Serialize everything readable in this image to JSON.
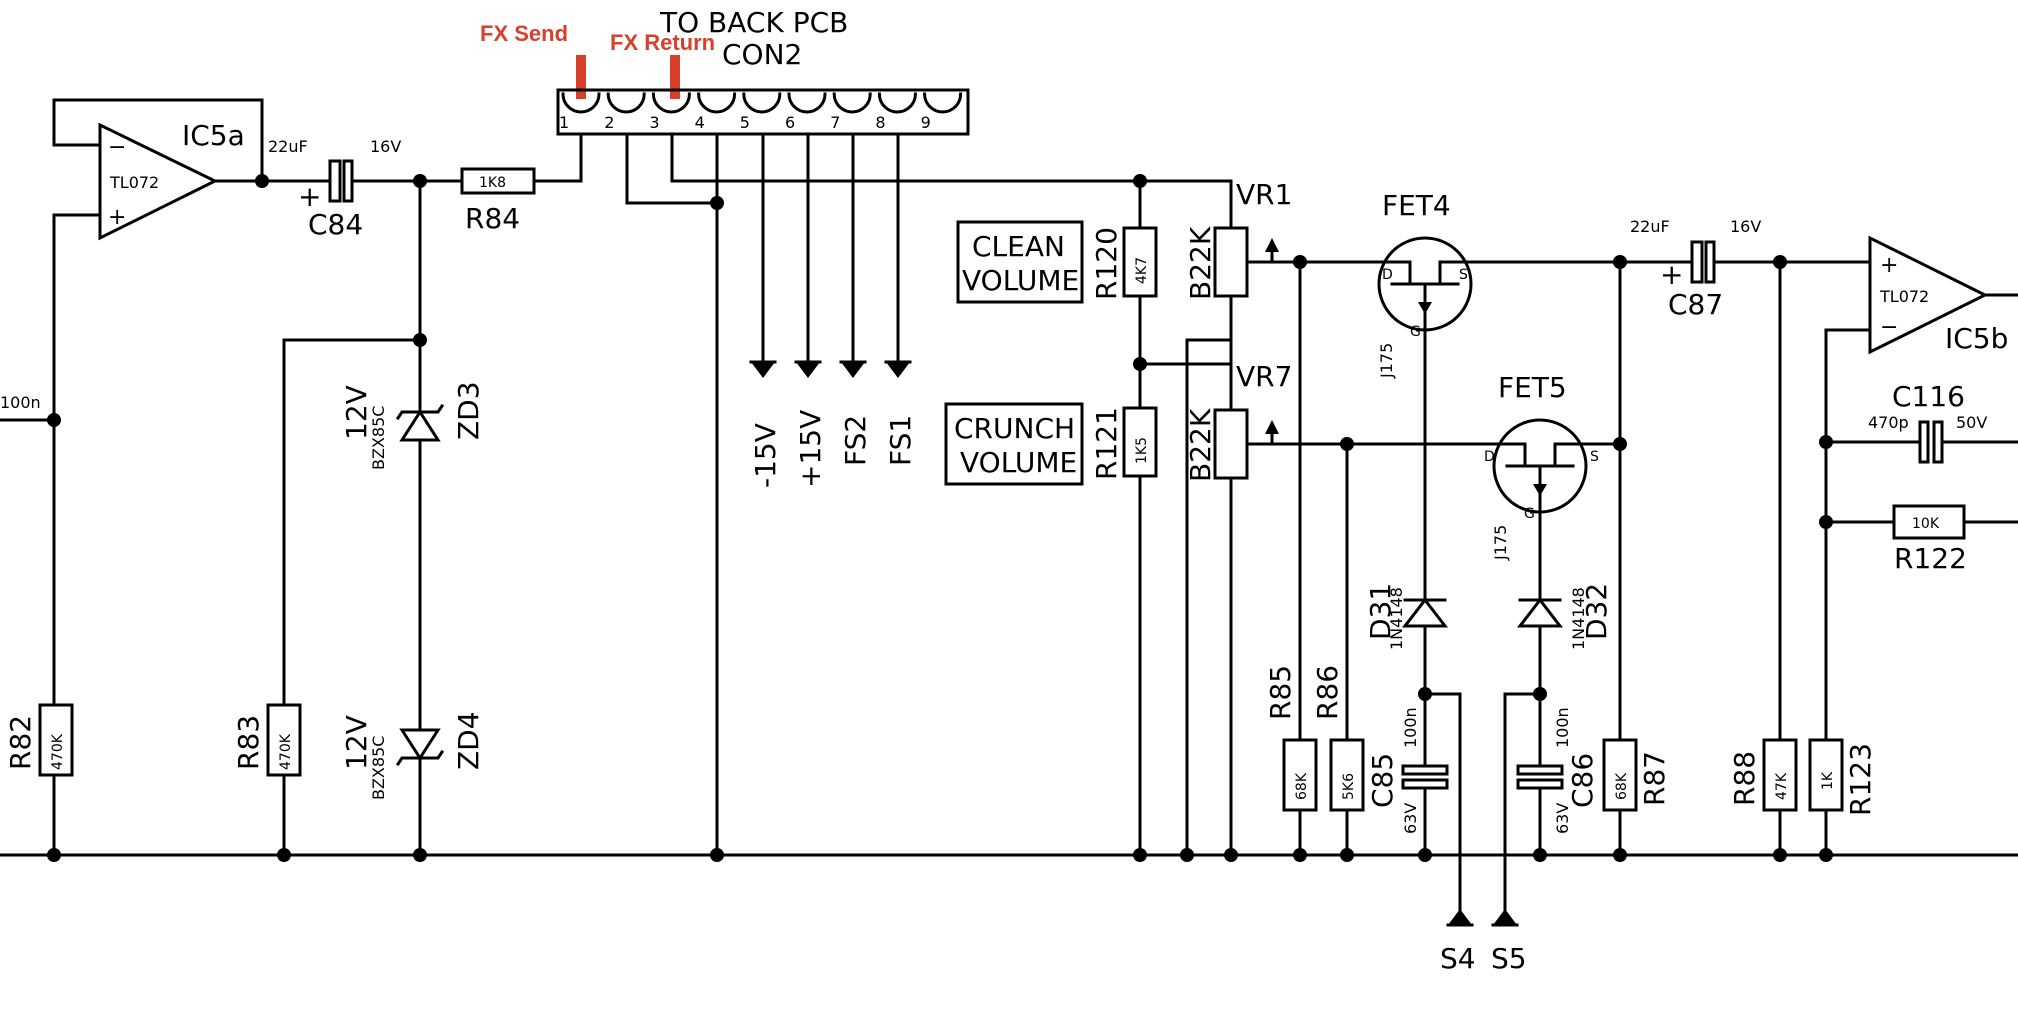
{
  "annotations": {
    "fx_send": "FX Send",
    "fx_return": "FX Return",
    "color": "#d9402a"
  },
  "connector": {
    "title": "TO BACK PCB",
    "ref": "CON2",
    "pins": [
      "1",
      "2",
      "3",
      "4",
      "5",
      "6",
      "7",
      "8",
      "9"
    ]
  },
  "opamps": {
    "ic5a": {
      "ref": "IC5a",
      "part": "TL072",
      "minus": "−",
      "plus": "+"
    },
    "ic5b": {
      "ref": "IC5b",
      "part": "TL072",
      "minus": "−",
      "plus": "+"
    }
  },
  "capacitors": {
    "c84": {
      "ref": "C84",
      "value": "22uF",
      "voltage": "16V",
      "polarity": "+"
    },
    "c87": {
      "ref": "C87",
      "value": "22uF",
      "voltage": "16V",
      "polarity": "+"
    },
    "c85": {
      "ref": "C85",
      "value": "100n",
      "voltage": "63V"
    },
    "c86": {
      "ref": "C86",
      "value": "100n",
      "voltage": "63V"
    },
    "c116": {
      "ref": "C116",
      "value": "470p",
      "voltage": "50V"
    },
    "left_cap": {
      "value": "100n"
    }
  },
  "resistors": {
    "r84": {
      "ref": "R84",
      "value": "1K8"
    },
    "r82": {
      "ref": "R82",
      "value": "470K"
    },
    "r83": {
      "ref": "R83",
      "value": "470K"
    },
    "r120": {
      "ref": "R120",
      "value": "4K7"
    },
    "r121": {
      "ref": "R121",
      "value": "1K5"
    },
    "r85": {
      "ref": "R85",
      "value": "68K"
    },
    "r86": {
      "ref": "R86",
      "value": "5K6"
    },
    "r87": {
      "ref": "R87",
      "value": "68K"
    },
    "r88": {
      "ref": "R88",
      "value": "47K"
    },
    "r123": {
      "ref": "R123",
      "value": "1K"
    },
    "r122": {
      "ref": "R122",
      "value": "10K"
    }
  },
  "pots": {
    "vr1": {
      "ref": "VR1",
      "value": "B22K"
    },
    "vr7": {
      "ref": "VR7",
      "value": "B22K"
    }
  },
  "labels": {
    "clean": [
      "CLEAN",
      "VOLUME"
    ],
    "crunch": [
      "CRUNCH",
      "VOLUME"
    ]
  },
  "zeners": {
    "zd3": {
      "ref": "ZD3",
      "voltage": "12V",
      "part": "BZX85C"
    },
    "zd4": {
      "ref": "ZD4",
      "voltage": "12V",
      "part": "BZX85C"
    }
  },
  "diodes": {
    "d31": {
      "ref": "D31",
      "part": "1N4148"
    },
    "d32": {
      "ref": "D32",
      "part": "1N4148"
    }
  },
  "fets": {
    "fet4": {
      "ref": "FET4",
      "part": "J175",
      "d": "D",
      "s": "S",
      "g": "G"
    },
    "fet5": {
      "ref": "FET5",
      "part": "J175",
      "d": "D",
      "s": "S",
      "g": "G"
    }
  },
  "power_rails": [
    "-15V",
    "+15V",
    "FS2",
    "FS1"
  ],
  "switch_nets": [
    "S4",
    "S5"
  ]
}
